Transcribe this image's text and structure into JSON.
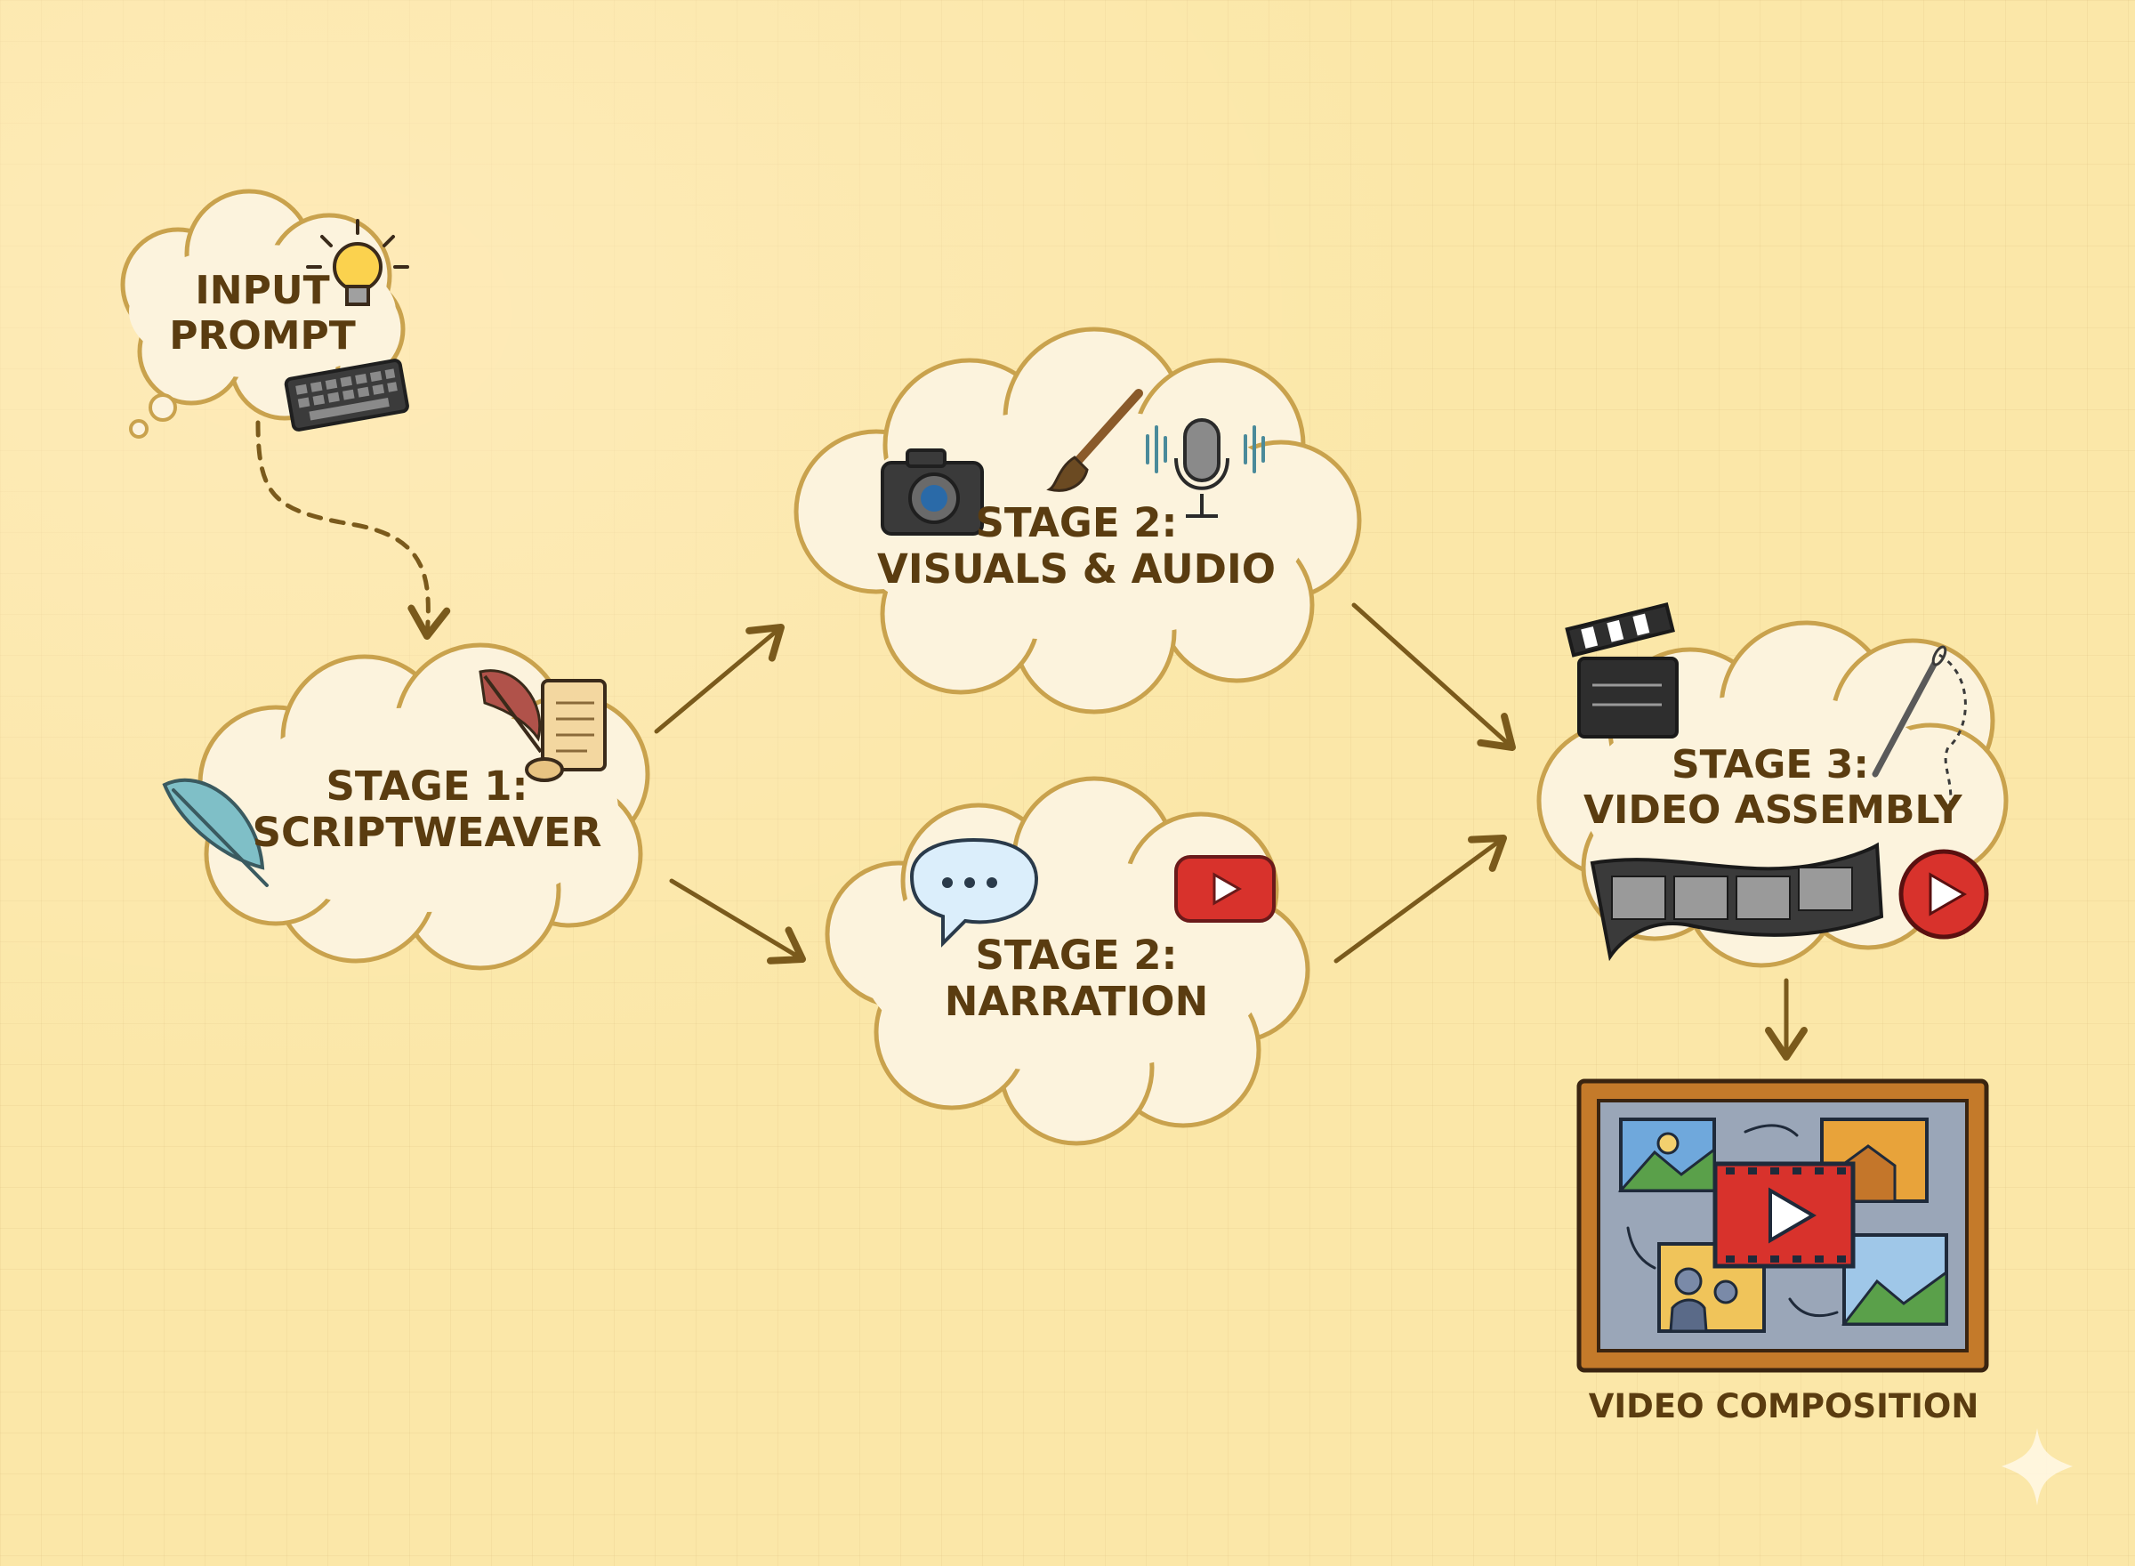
{
  "nodes": {
    "input": {
      "line1": "INPUT",
      "line2": "PROMPT"
    },
    "stage1": {
      "line1": "STAGE 1:",
      "line2": "SCRIPTWEAVER"
    },
    "stage2_visuals": {
      "line1": "STAGE 2:",
      "line2": "VISUALS & AUDIO"
    },
    "stage2_narration": {
      "line1": "STAGE 2:",
      "line2": "NARRATION"
    },
    "stage3": {
      "line1": "STAGE 3:",
      "line2": "VIDEO ASSEMBLY"
    },
    "output": {
      "caption": "VIDEO COMPOSITION"
    }
  },
  "colors": {
    "background": "#fbe7a8",
    "cloud_fill": "#fcf3dd",
    "cloud_stroke": "#c9a24d",
    "arrow": "#7a5a1c",
    "text": "#5a3c10",
    "play_red": "#d8322c",
    "frame_wood": "#c47a2a"
  },
  "icons": [
    "lightbulb-icon",
    "keyboard-icon",
    "quill-icon",
    "scroll-icon",
    "feather-icon",
    "camera-icon",
    "paintbrush-icon",
    "microphone-icon",
    "speech-bubble-icon",
    "play-button-icon",
    "clapperboard-icon",
    "needle-icon",
    "film-strip-icon",
    "play-circle-icon",
    "video-composition-frame-icon",
    "sparkle-icon"
  ]
}
